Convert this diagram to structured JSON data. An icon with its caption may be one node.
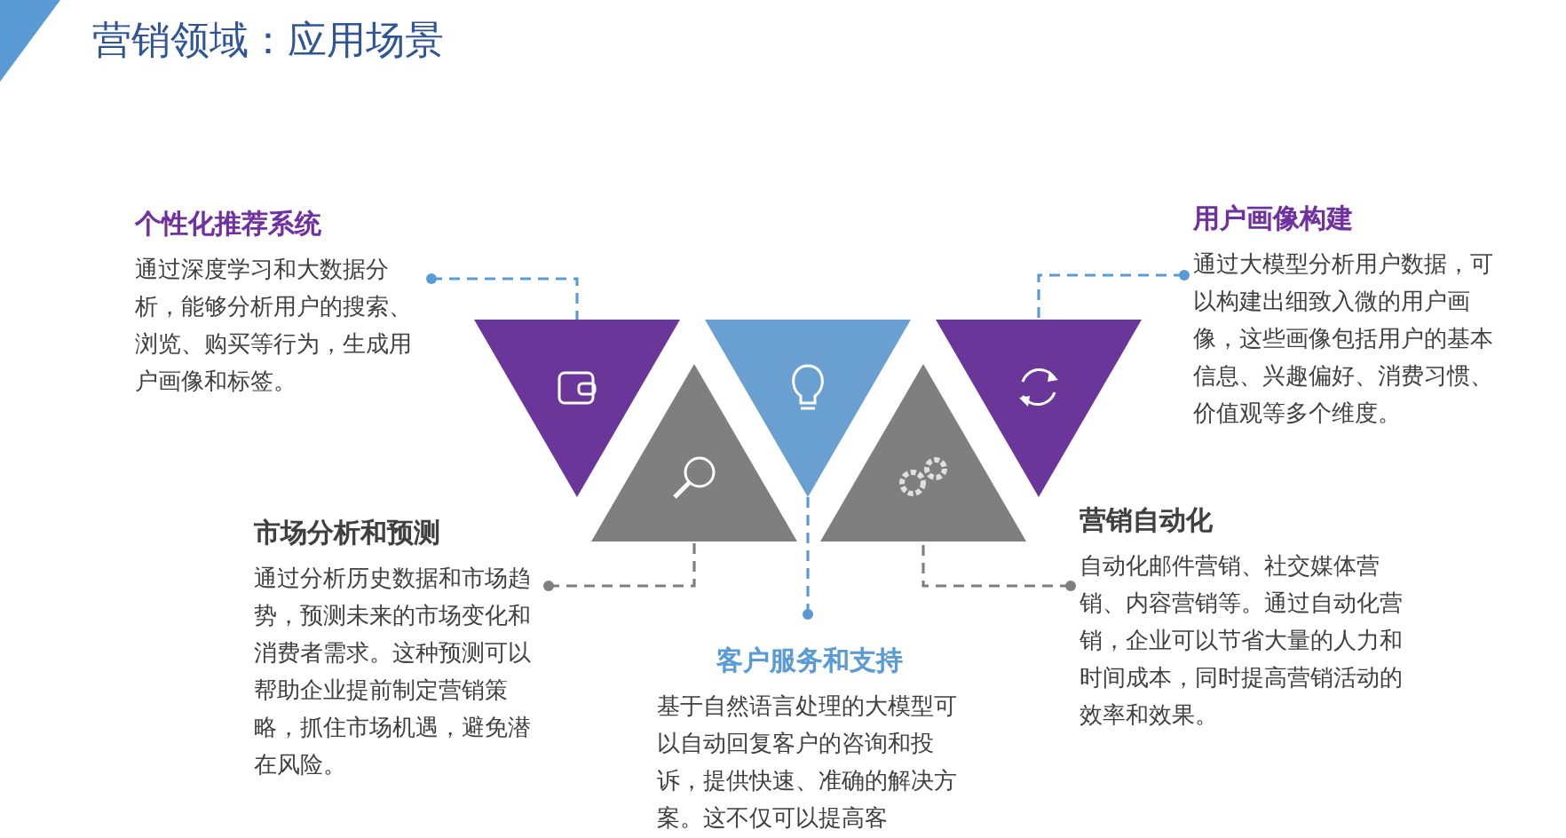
{
  "diagram": {
    "title": "营销领域：应用场景",
    "nodes": [
      {
        "text": [
          "个性化推荐系统",
          "通过深度学习和大数据分析，能够分析用户的搜索、浏览、购买等行为，生成用户画像和标签。"
        ]
      },
      {
        "text": [
          "用户画像构建",
          "通过大模型分析用户数据，可以构建出细致入微的用户画像，这些画像包括用户的基本信息、兴趣偏好、消费习惯、价值观等多个维度。"
        ]
      },
      {
        "text": [],
        "shape": "triangle"
      },
      {
        "text": [],
        "shape": "triangle"
      },
      {
        "text": [],
        "shape": "triangle"
      },
      {
        "text": [],
        "shape": "triangle"
      },
      {
        "text": [],
        "shape": "triangle"
      },
      {
        "text": [
          "市场分析和预测",
          "通过分析历史数据和市场趋势，预测未来的市场变化和消费者需求。这种预测可以帮助企业提前制定营销策略，抓住市场机遇，避免潜在风险。"
        ]
      },
      {
        "text": [
          "营销自动化",
          "自动化邮件营销、社交媒体营销、内容营销等。通过自动化营销，企业可以节省大量的人力和时间成本，同时提高营销活动的效率和效果。"
        ]
      },
      {
        "text": [
          "客户服务和支持",
          "基于自然语言处理的大模型可以自动回复客户的咨询和投诉，提供快速、准确的解决方案。这不仅可以提高客"
        ]
      }
    ],
    "edges": [
      {
        "from": 0,
        "to": 2,
        "arrow": "other",
        "style": "dashed"
      },
      {
        "from": 1,
        "to": 6,
        "arrow": "other",
        "style": "dashed"
      },
      {
        "from": 7,
        "to": 3,
        "arrow": "other",
        "style": "dashed",
        "color": "#7f7f7f"
      },
      {
        "from": 8,
        "to": 5,
        "arrow": "other",
        "style": "dashed",
        "color": "#7f7f7f"
      },
      {
        "from": 9,
        "to": 4,
        "arrow": "other",
        "style": "dashed"
      }
    ]
  }
}
